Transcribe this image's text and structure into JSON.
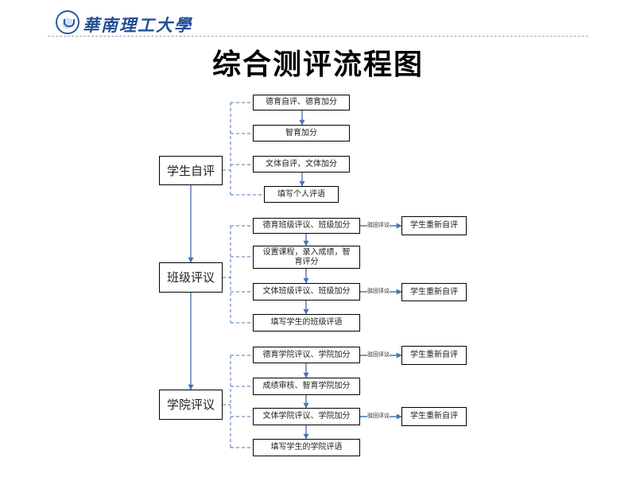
{
  "header": {
    "logo_text": "華南理工大學"
  },
  "title": "综合测评流程图",
  "diagram": {
    "stage1": {
      "label": "学生自评",
      "steps": [
        "德育自评、德育加分",
        "智育加分",
        "文体自评，文体加分",
        "填写个人评语"
      ]
    },
    "stage2": {
      "label": "班级评议",
      "steps": [
        "德育班级评议、班级加分",
        "设置课程，录入成绩，智育评分",
        "文体班级评议、班级加分",
        "填写学生的班级评语"
      ],
      "reject_label": "驳回评议",
      "reject_target": "学生重新自评"
    },
    "stage3": {
      "label": "学院评议",
      "steps": [
        "德育学院评议、学院加分",
        "成绩审核、智育学院加分",
        "文体学院评议、学院加分",
        "填写学生的学院评语"
      ],
      "reject_label": "驳回评议",
      "reject_target": "学生重新自评"
    }
  },
  "colors": {
    "arrow": "#4a74b3",
    "dashed": "#4a74b3",
    "title": "#000000",
    "logo": "#1f4e96"
  }
}
